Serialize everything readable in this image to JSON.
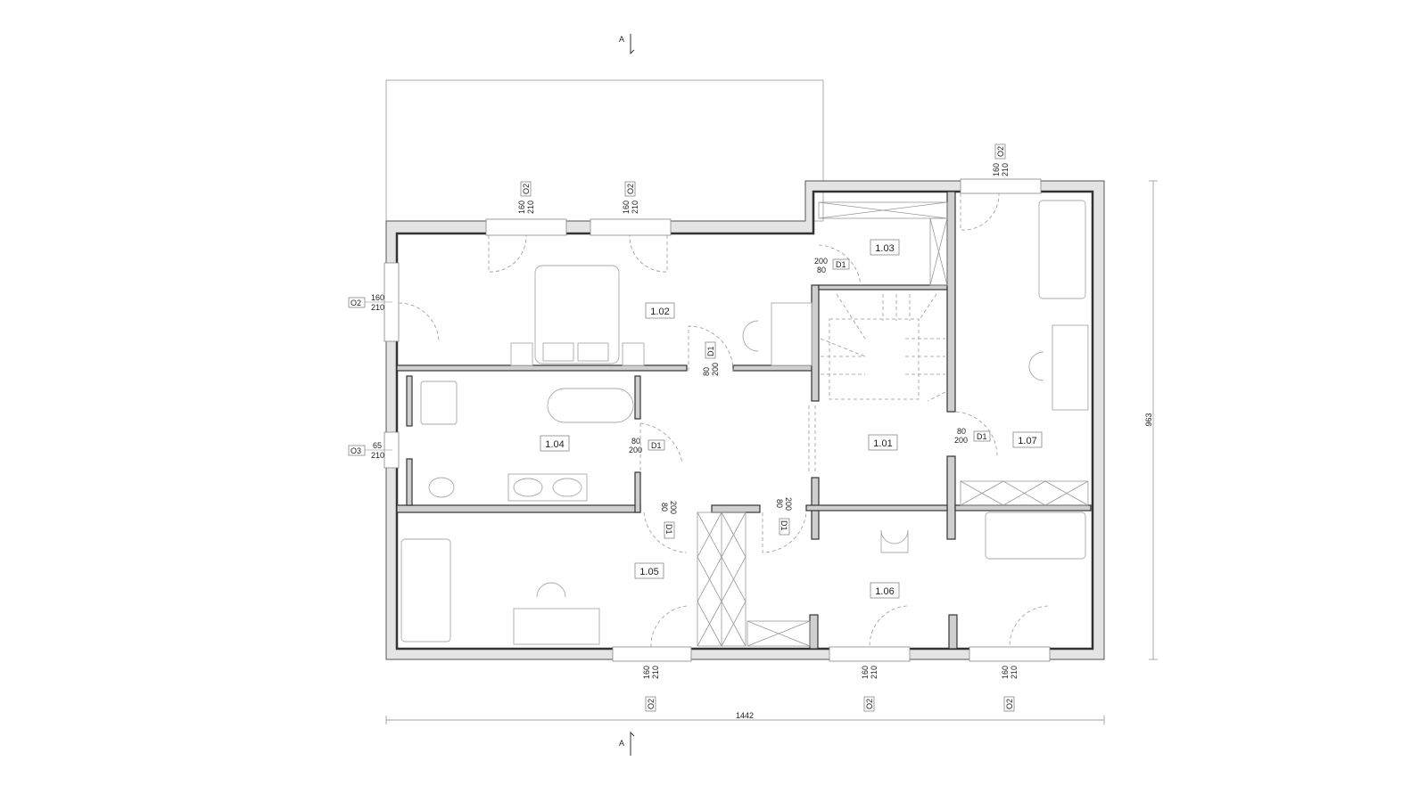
{
  "plan": {
    "section_marker": "A",
    "dimensions": {
      "width": "1442",
      "depth": "963"
    },
    "rooms": [
      {
        "id": "1.01"
      },
      {
        "id": "1.02"
      },
      {
        "id": "1.03"
      },
      {
        "id": "1.04"
      },
      {
        "id": "1.05"
      },
      {
        "id": "1.06"
      },
      {
        "id": "1.07"
      }
    ],
    "windows": {
      "top1": {
        "code": "O2",
        "w": "160",
        "h": "210"
      },
      "top2": {
        "code": "O2",
        "w": "160",
        "h": "210"
      },
      "right_top": {
        "code": "O2",
        "w": "160",
        "h": "210"
      },
      "left1": {
        "code": "O2",
        "w": "160",
        "h": "210"
      },
      "left2": {
        "code": "O3",
        "w": "65",
        "h": "210"
      },
      "bottom1": {
        "code": "O2",
        "w": "160",
        "h": "210"
      },
      "bottom2": {
        "code": "O2",
        "w": "160",
        "h": "210"
      },
      "bottom3": {
        "code": "O2",
        "w": "160",
        "h": "210"
      }
    },
    "doors": {
      "d103": {
        "code": "D1",
        "a": "200",
        "b": "80"
      },
      "d102": {
        "code": "D1",
        "a": "80",
        "b": "200"
      },
      "d104": {
        "code": "D1",
        "a": "80",
        "b": "200"
      },
      "d107": {
        "code": "D1",
        "a": "80",
        "b": "200"
      },
      "d105": {
        "code": "D1",
        "a": "200",
        "b": "80"
      },
      "d106": {
        "code": "D1",
        "a": "200",
        "b": "80"
      }
    }
  }
}
